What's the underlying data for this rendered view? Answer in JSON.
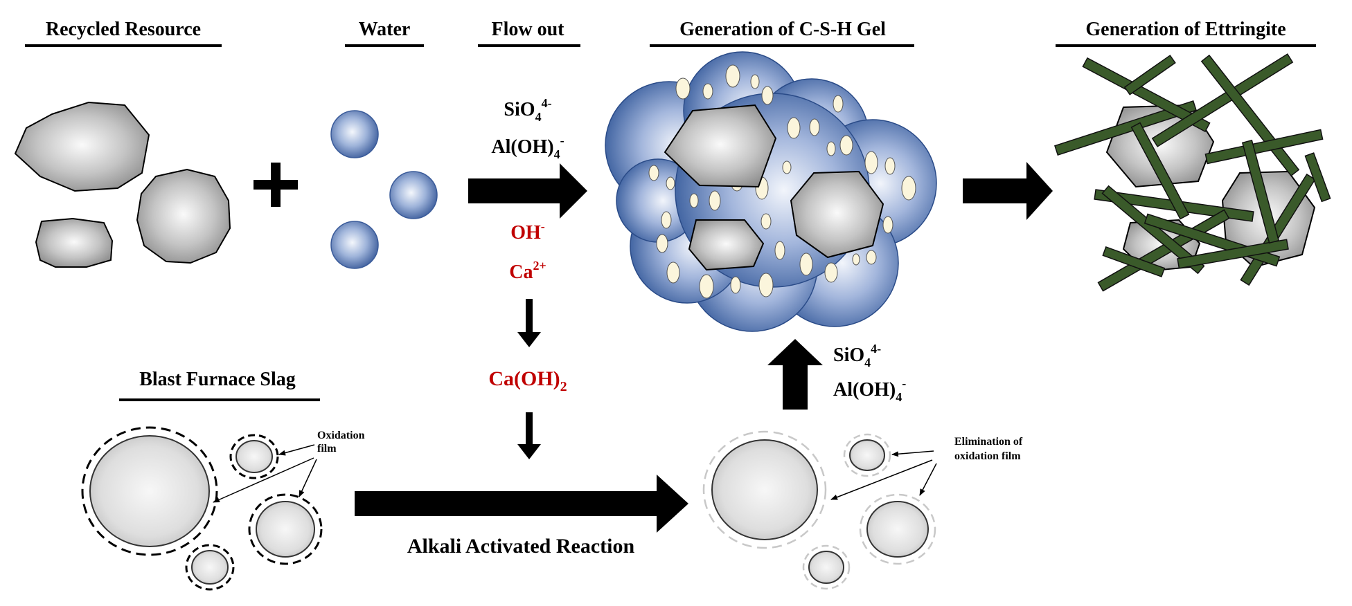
{
  "headings": {
    "recycled": "Recycled Resource",
    "water": "Water",
    "flow_out": "Flow out",
    "csh": "Generation of C-S-H Gel",
    "ettringite": "Generation of Ettringite",
    "slag": "Blast Furnace Slag"
  },
  "plus_sign": "+",
  "ions_top": {
    "silicate_base": "SiO",
    "silicate_sub": "4",
    "silicate_sup": "4-",
    "aluminate_base": "Al(OH)",
    "aluminate_sub": "4",
    "aluminate_sup": "-"
  },
  "ions_red": {
    "hydroxide_base": "OH",
    "hydroxide_sup": "-",
    "calcium_base": "Ca",
    "calcium_sup": "2+",
    "calcium_hydroxide_base": "Ca(OH)",
    "calcium_hydroxide_sub": "2"
  },
  "ions_lower": {
    "silicate_base": "SiO",
    "silicate_sub": "4",
    "silicate_sup": "4-",
    "aluminate_base": "Al(OH)",
    "aluminate_sub": "4",
    "aluminate_sup": "-"
  },
  "annotations": {
    "oxidation_line1": "Oxidation",
    "oxidation_line2": "film",
    "elimination_line1": "Elimination of",
    "elimination_line2": "oxidation film"
  },
  "reaction_label": "Alkali Activated Reaction",
  "colors": {
    "gel_blue": "#2f5597",
    "fiber_green": "#3a5a2a",
    "ion_red": "#c00000",
    "particle_gray": "#a6a6a6"
  }
}
